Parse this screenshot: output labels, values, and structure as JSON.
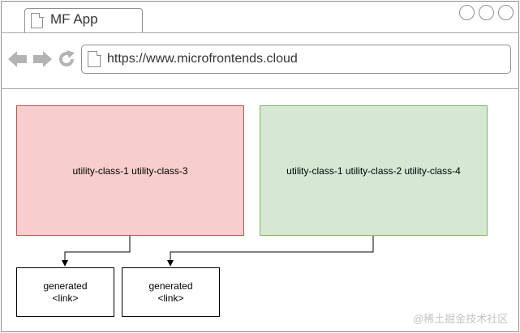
{
  "browser": {
    "tab_title": "MF App",
    "url": "https://www.microfrontends.cloud",
    "icons": [
      "back-arrow-icon",
      "forward-arrow-icon",
      "reload-icon",
      "page-icon"
    ]
  },
  "diagram": {
    "source_boxes": [
      {
        "label": "utility-class-1 utility-class-3",
        "fill": "#f8cecc",
        "stroke": "#b85450"
      },
      {
        "label": "utility-class-1 utility-class-2 utility-class-4",
        "fill": "#d5e8d4",
        "stroke": "#82b366"
      }
    ],
    "generated_boxes": [
      {
        "line1": "generated",
        "line2": "<link>"
      },
      {
        "line1": "generated",
        "line2": "<link>"
      }
    ]
  },
  "watermark": "@稀土掘金技术社区"
}
